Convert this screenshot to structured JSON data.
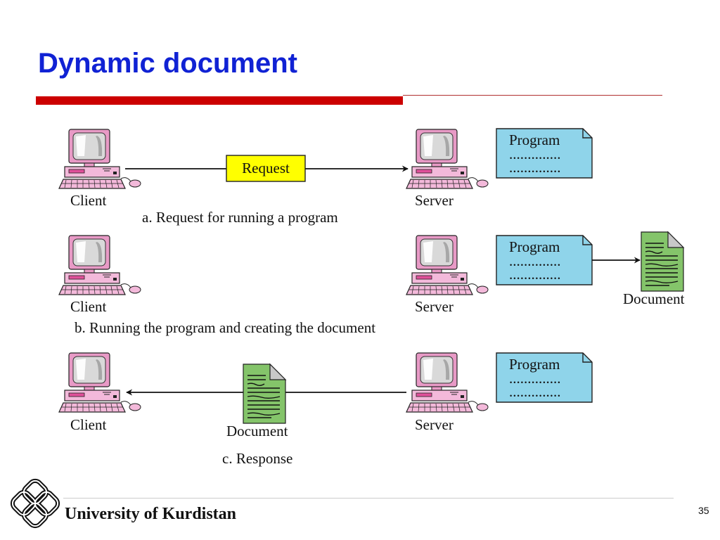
{
  "slide": {
    "title": "Dynamic document",
    "page_number": "35",
    "footer": "University of Kurdistan"
  },
  "diagram": {
    "a": {
      "client": "Client",
      "server": "Server",
      "request": "Request",
      "program_title": "Program",
      "program_line1": "..............",
      "program_line2": "..............",
      "caption": "a. Request for running a program"
    },
    "b": {
      "client": "Client",
      "server": "Server",
      "program_title": "Program",
      "program_line1": "..............",
      "program_line2": "..............",
      "document": "Document",
      "caption": "b. Running the program and creating the document"
    },
    "c": {
      "client": "Client",
      "server": "Server",
      "program_title": "Program",
      "program_line1": "..............",
      "program_line2": "..............",
      "document": "Document",
      "caption": "c. Response"
    },
    "colors": {
      "program_fill": "#8fd4ea",
      "request_fill": "#ffff00",
      "document_fill": "#84c46a",
      "computer_pink": "#e89ac6"
    }
  }
}
